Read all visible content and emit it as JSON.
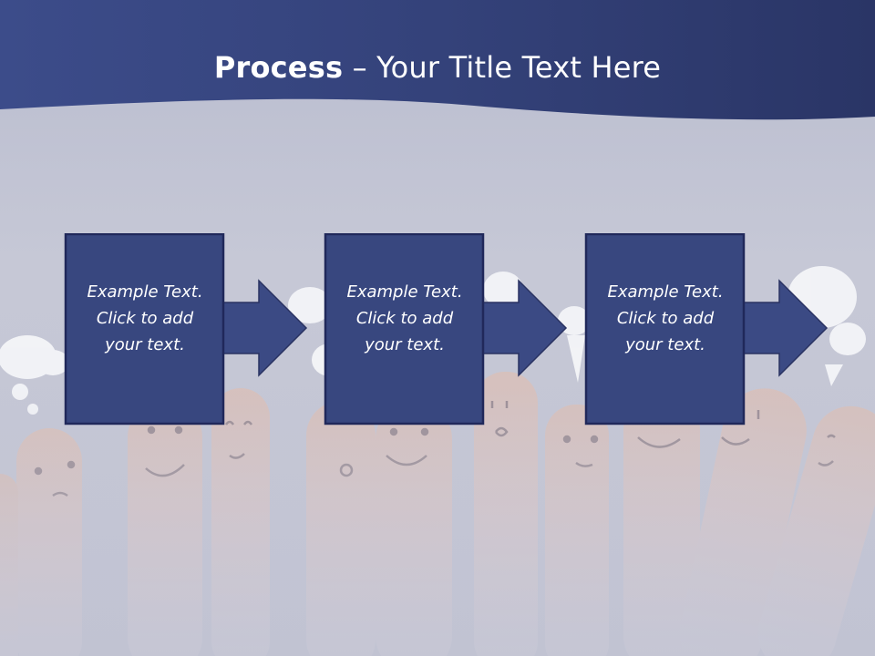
{
  "title": {
    "bold": "Process",
    "rest": " – Your Title Text Here"
  },
  "steps": [
    {
      "lines": [
        "Example Text.",
        "Click  to add",
        "your text."
      ]
    },
    {
      "lines": [
        "Example Text.",
        "Click  to add",
        "your text."
      ]
    },
    {
      "lines": [
        "Example Text.",
        "Click  to add",
        "your text."
      ]
    }
  ],
  "colors": {
    "header": "#2e3a6e",
    "box": "#38477f",
    "box_border": "#22295a",
    "arrow": "#3b4a84"
  },
  "background": {
    "image": "smiley-finger-puppets-with-speech-bubbles"
  }
}
